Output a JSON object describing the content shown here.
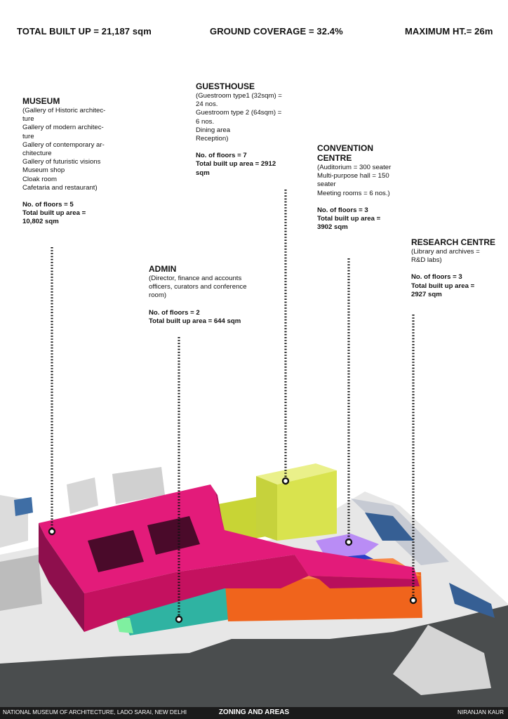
{
  "header": {
    "total_built_up": "TOTAL BUILT UP = 21,187 sqm",
    "ground_coverage": "GROUND COVERAGE = 32.4%",
    "maximum_ht": "MAXIMUM HT.= 26m"
  },
  "museum": {
    "title": "MUSEUM",
    "lines": [
      "(Gallery of Historic architec-",
      "ture",
      "Gallery of modern architec-",
      "ture",
      "Gallery of contemporary ar-",
      "chitecture",
      "Gallery of futuristic visions",
      "Museum shop",
      "Cloak room",
      "Cafetaria and restaurant)"
    ],
    "floors": "No. of floors = 5",
    "area_1": "Total built up area =",
    "area_2": "10,802 sqm"
  },
  "guesthouse": {
    "title": "GUESTHOUSE",
    "lines": [
      "(Guestroom type1 (32sqm) =",
      "24 nos.",
      "Guestroom type 2 (64sqm) =",
      "6 nos.",
      "Dining area",
      "Reception)"
    ],
    "floors": "No. of floors = 7",
    "area_1": "Total built up area = 2912",
    "area_2": "sqm"
  },
  "convention": {
    "title_1": "CONVENTION",
    "title_2": "CENTRE",
    "lines": [
      "(Auditorium = 300 seater",
      "Multi-purpose hall = 150",
      "seater",
      "Meeting rooms = 6 nos.)"
    ],
    "floors": "No. of floors = 3",
    "area_1": "Total built up area =",
    "area_2": "3902 sqm"
  },
  "research": {
    "title": "RESEARCH CENTRE",
    "lines": [
      "(Library and archives =",
      "R&D labs)"
    ],
    "floors": "No. of floors = 3",
    "area_1": "Total built up area =",
    "area_2": "2927 sqm"
  },
  "admin": {
    "title": "ADMIN",
    "lines": [
      "(Director, finance and accounts",
      "officers, curators and conference",
      "room)"
    ],
    "floors": "No. of floors = 2",
    "area_1": "Total built up area = 644 sqm"
  },
  "footer": {
    "left": "NATIONAL MUSEUM OF ARCHITECTURE, LADO SARAI, NEW DELHI",
    "center": "ZONING AND AREAS",
    "right": "NIRANJAN KAUR"
  },
  "colors": {
    "museum": "#d6126e",
    "guesthouse": "#d9e34e",
    "convention": "#b98cf5",
    "research": "#f0641c",
    "admin": "#2fb3a2",
    "site": "#4a4d4e"
  }
}
